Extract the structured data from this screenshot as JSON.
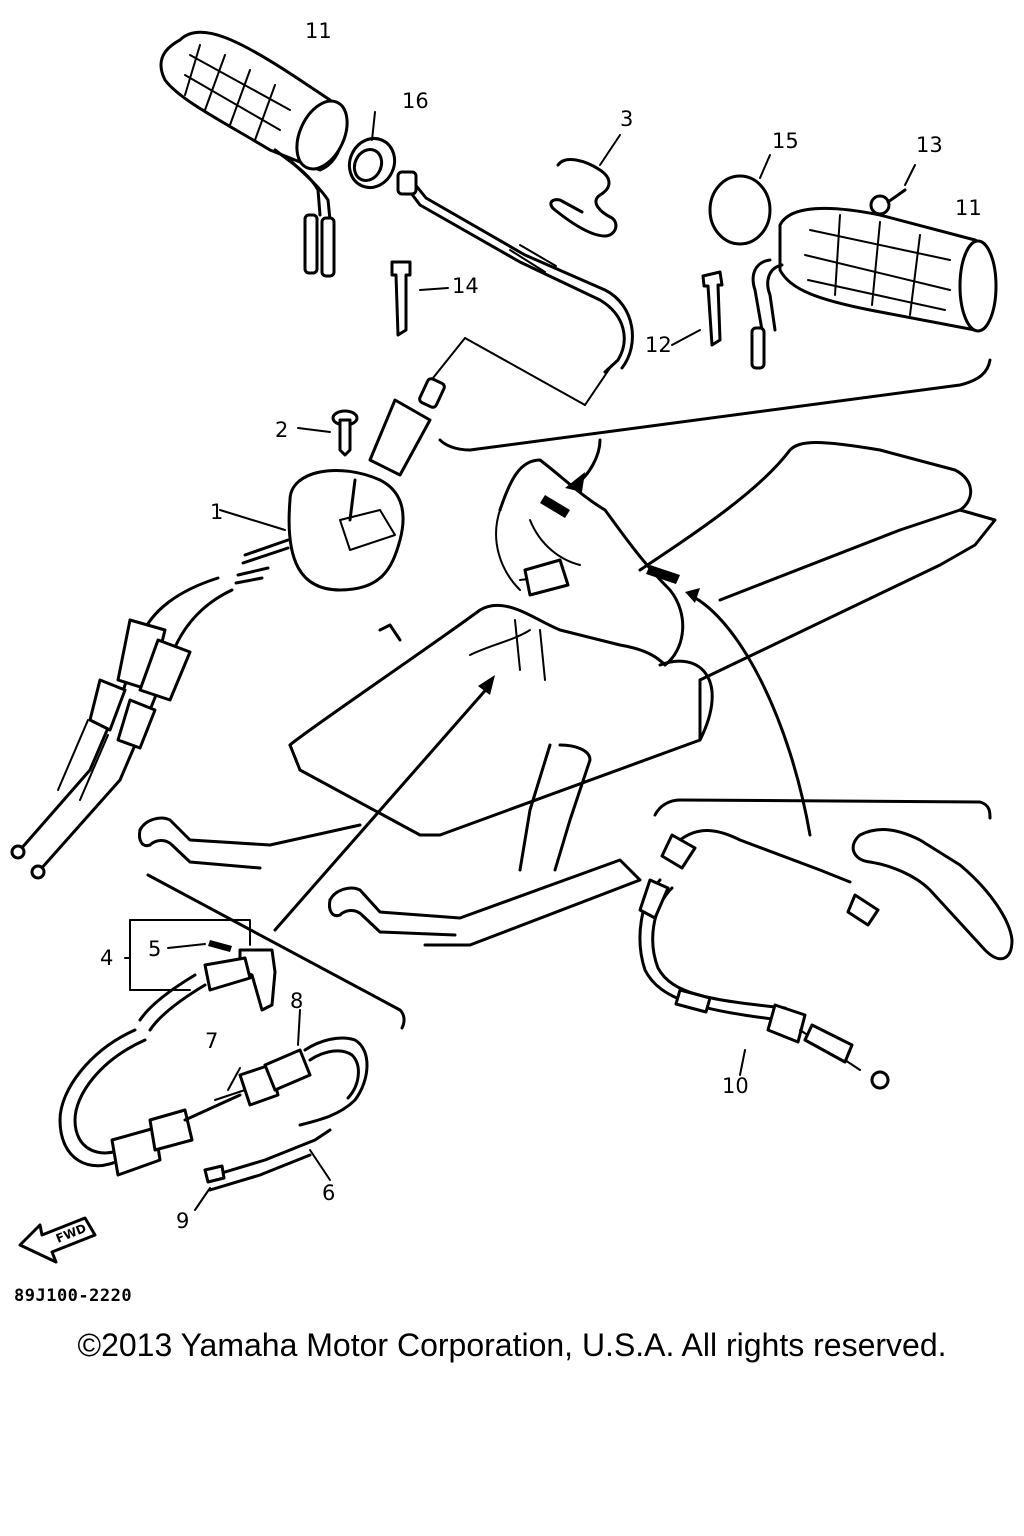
{
  "diagram": {
    "callouts": {
      "c1": "1",
      "c2": "2",
      "c3": "3",
      "c4": "4",
      "c5": "5",
      "c6": "6",
      "c7": "7",
      "c8": "8",
      "c9": "9",
      "c10": "10",
      "c11a": "11",
      "c11b": "11",
      "c12": "12",
      "c13": "13",
      "c14": "14",
      "c15": "15",
      "c16": "16"
    },
    "fwd_label": "FWD"
  },
  "part_code": "89J100-2220",
  "copyright": "©2013 Yamaha Motor Corporation, U.S.A. All rights reserved."
}
